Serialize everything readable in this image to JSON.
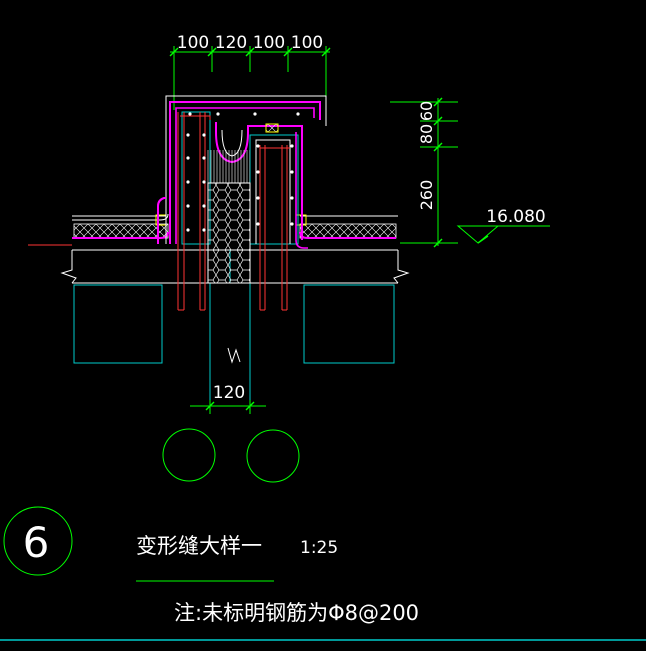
{
  "colors": {
    "background": "#000000",
    "dimension": "#00ff00",
    "outline": "#ffffff",
    "concrete": "#00cccc",
    "membrane": "#ff00ff",
    "insulation": "#ffff00",
    "rebar": "#ff3333",
    "text": "#ffffff",
    "bottom_rule": "#00cccc"
  },
  "dimensions": {
    "top": [
      "100",
      "120",
      "100",
      "100"
    ],
    "right": [
      "60",
      "80",
      "260"
    ],
    "joint_width": "120",
    "elevation": "16.080"
  },
  "title": {
    "detail_number": "6",
    "name": "变形缝大样一",
    "scale": "1:25"
  },
  "note": "注:未标明钢筋为Φ8@200"
}
